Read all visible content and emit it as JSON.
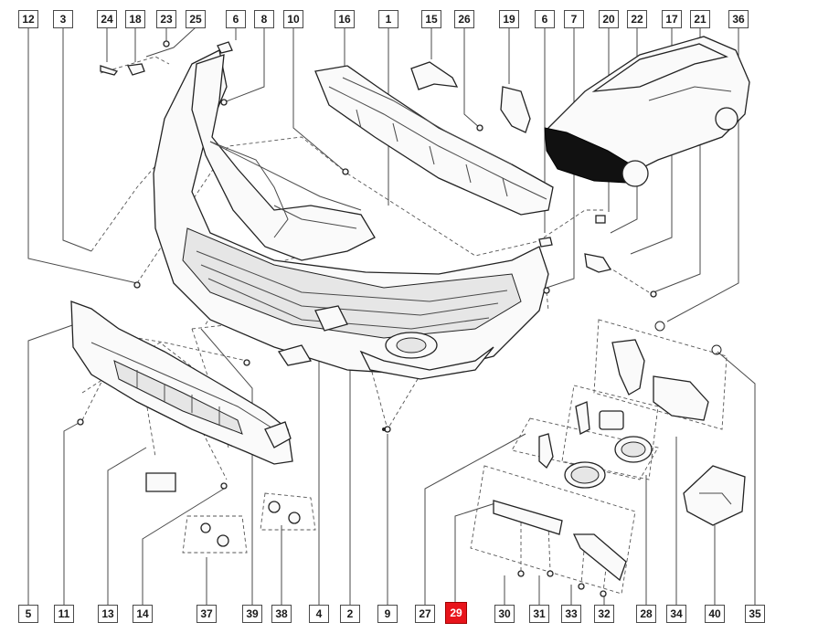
{
  "diagram": {
    "callouts_top": [
      "12",
      "3",
      "24",
      "18",
      "23",
      "25",
      "6",
      "8",
      "10",
      "16",
      "1",
      "15",
      "26",
      "19",
      "6",
      "7",
      "20",
      "22",
      "17",
      "21",
      "36"
    ],
    "callouts_bottom": [
      "5",
      "11",
      "13",
      "14",
      "37",
      "39",
      "38",
      "4",
      "2",
      "9",
      "27",
      "29",
      "30",
      "31",
      "33",
      "32",
      "28",
      "34",
      "40",
      "35"
    ],
    "highlighted_callout": "29",
    "highlight_color": "#e8141b"
  }
}
